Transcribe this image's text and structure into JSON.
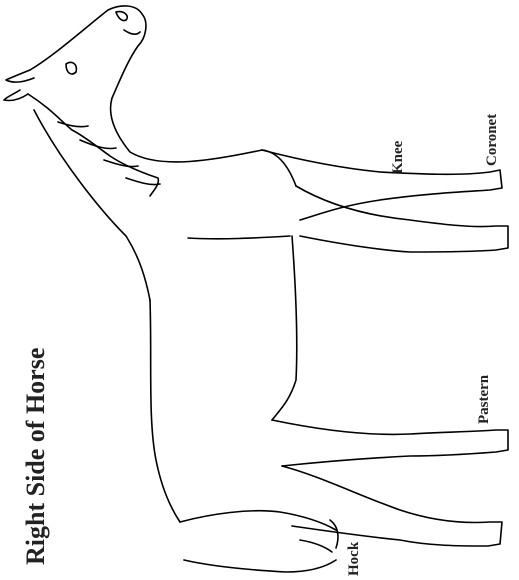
{
  "title": "Right Side of Horse",
  "labels": {
    "knee": "Knee",
    "coronet": "Coronet",
    "pastern": "Pastern",
    "hock": "Hock"
  },
  "colors": {
    "line": "#000000",
    "text": "#222222",
    "background": "#ffffff"
  }
}
